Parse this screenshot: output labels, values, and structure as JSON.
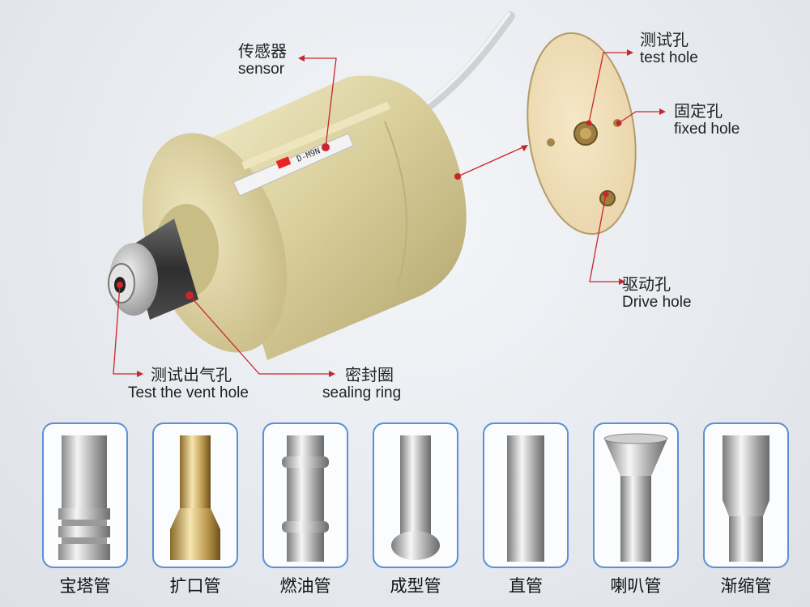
{
  "labels": {
    "sensor": {
      "zh": "传感器",
      "en": "sensor"
    },
    "test_hole": {
      "zh": "测试孔",
      "en": "test hole"
    },
    "fixed_hole": {
      "zh": "固定孔",
      "en": "fixed hole"
    },
    "drive_hole": {
      "zh": "驱动孔",
      "en": "Drive hole"
    },
    "vent_hole": {
      "zh": "测试出气孔",
      "en": "Test the vent hole"
    },
    "sealing_ring": {
      "zh": "密封圈",
      "en": "sealing ring"
    }
  },
  "device": {
    "sensor_marking": "D-M9N"
  },
  "pipes": [
    {
      "label": "宝塔管"
    },
    {
      "label": "扩口管"
    },
    {
      "label": "燃油管"
    },
    {
      "label": "成型管"
    },
    {
      "label": "直管"
    },
    {
      "label": "喇叭管"
    },
    {
      "label": "渐缩管"
    }
  ],
  "colors": {
    "card_border": "#5b8fd6",
    "leader": "#c8262c",
    "brass": "#d8cc95"
  }
}
